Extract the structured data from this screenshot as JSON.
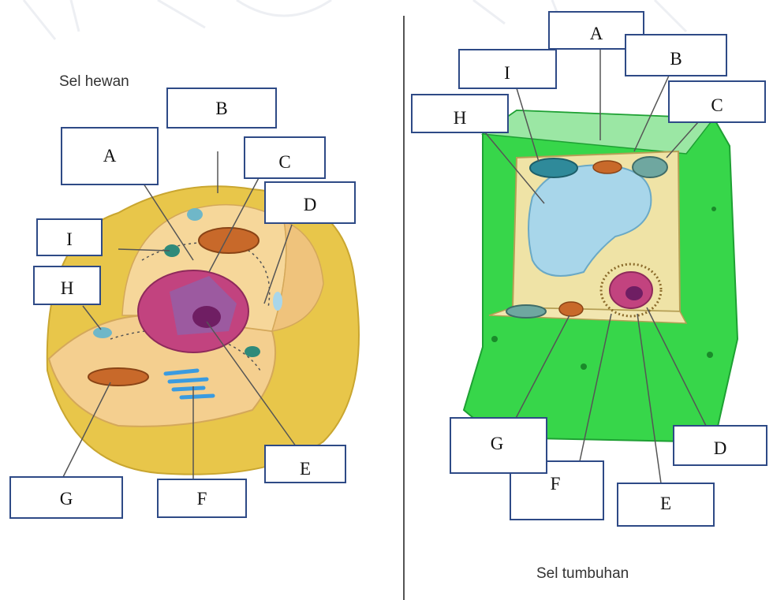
{
  "animal_cell": {
    "caption": "Sel hewan",
    "labels": [
      "A",
      "B",
      "C",
      "D",
      "E",
      "F",
      "G",
      "H",
      "I"
    ]
  },
  "plant_cell": {
    "caption": "Sel tumbuhan",
    "labels": [
      "A",
      "B",
      "C",
      "D",
      "E",
      "F",
      "G",
      "H",
      "I"
    ]
  },
  "colors": {
    "label_border": "#2e4a86",
    "animal_cytoplasm": "#f4cf8f",
    "animal_membrane": "#e8c64a",
    "nucleus": "#c2437f",
    "nucleolus": "#6f1e63",
    "plant_wall": "#37d64a",
    "vacuole": "#a8d6ea",
    "mitochondria": "#c8692a",
    "er": "#3a9be0"
  }
}
